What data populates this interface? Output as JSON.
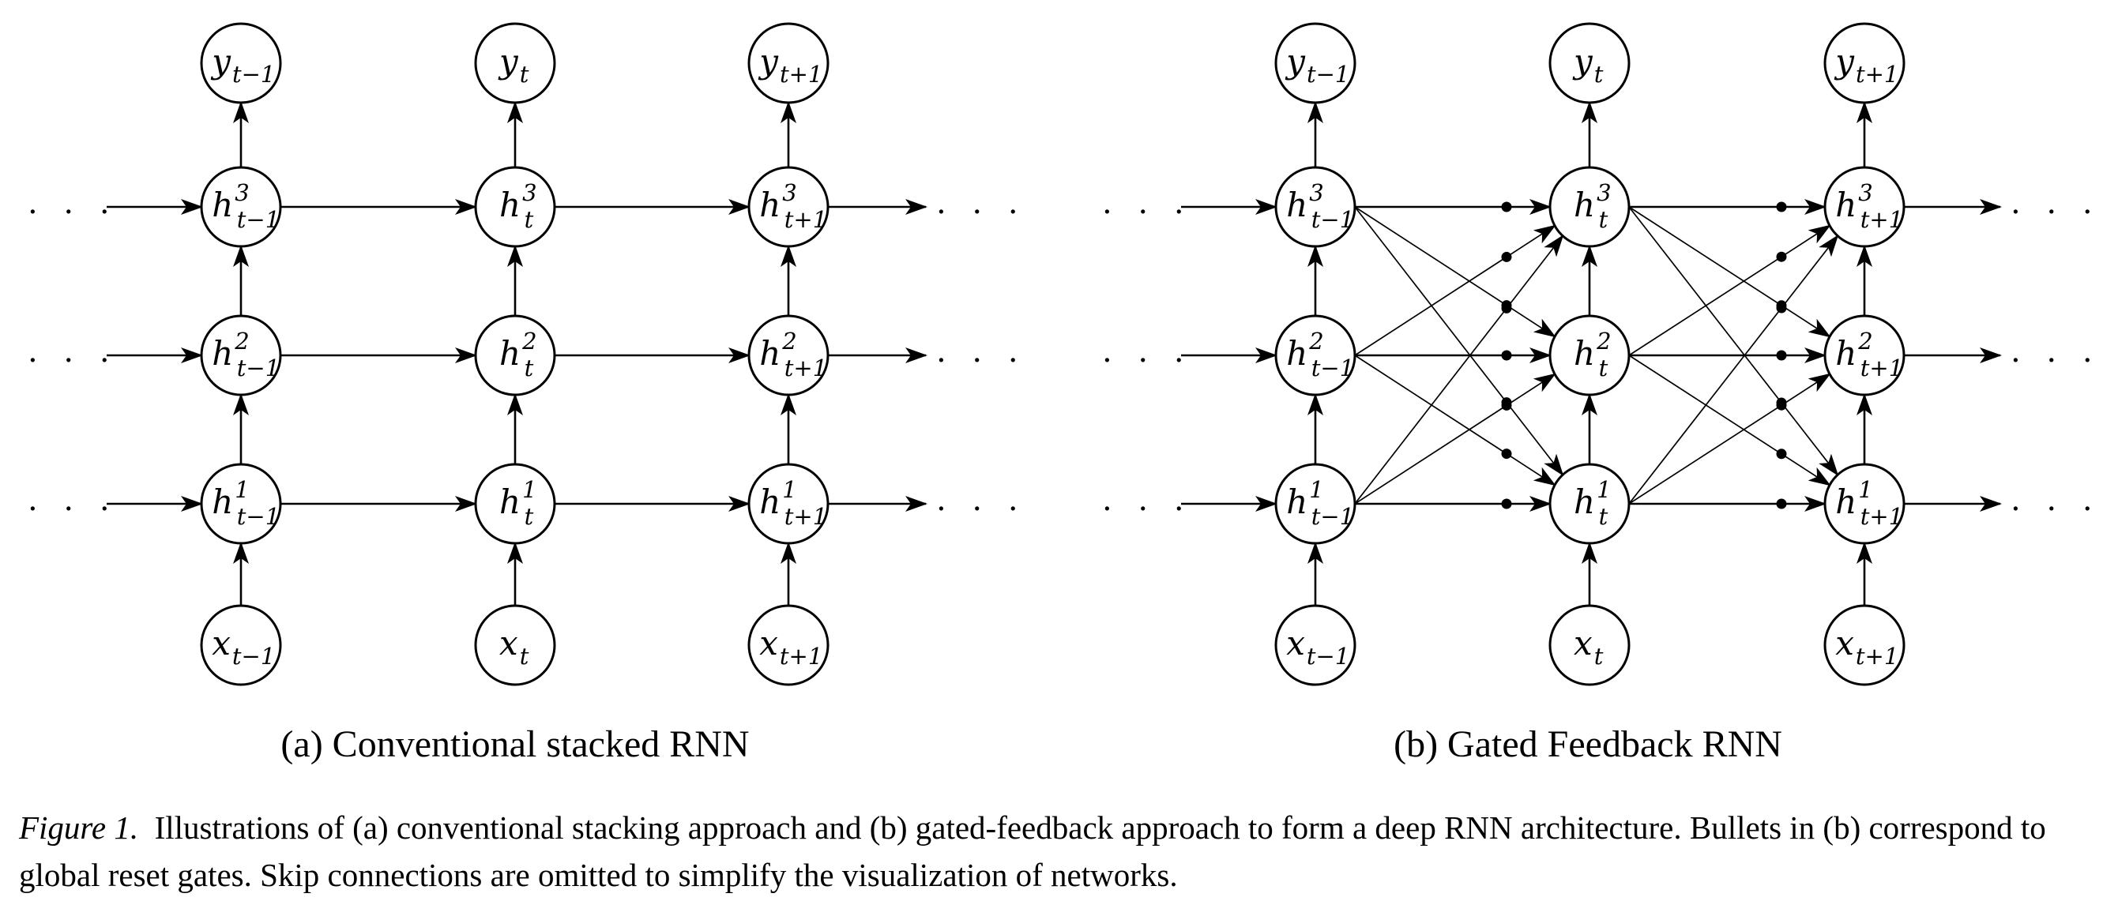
{
  "panels": [
    {
      "id": "a",
      "caption": "(a) Conventional stacked RNN",
      "ellipsis": ". . .",
      "columns": [
        {
          "y": {
            "base": "y",
            "sub": "t−1"
          },
          "h3": {
            "base": "h",
            "sup": "3",
            "sub": "t−1"
          },
          "h2": {
            "base": "h",
            "sup": "2",
            "sub": "t−1"
          },
          "h1": {
            "base": "h",
            "sup": "1",
            "sub": "t−1"
          },
          "x": {
            "base": "x",
            "sub": "t−1"
          }
        },
        {
          "y": {
            "base": "y",
            "sub": "t"
          },
          "h3": {
            "base": "h",
            "sup": "3",
            "sub": "t"
          },
          "h2": {
            "base": "h",
            "sup": "2",
            "sub": "t"
          },
          "h1": {
            "base": "h",
            "sup": "1",
            "sub": "t"
          },
          "x": {
            "base": "x",
            "sub": "t"
          }
        },
        {
          "y": {
            "base": "y",
            "sub": "t+1"
          },
          "h3": {
            "base": "h",
            "sup": "3",
            "sub": "t+1"
          },
          "h2": {
            "base": "h",
            "sup": "2",
            "sub": "t+1"
          },
          "h1": {
            "base": "h",
            "sup": "1",
            "sub": "t+1"
          },
          "x": {
            "base": "x",
            "sub": "t+1"
          }
        }
      ]
    },
    {
      "id": "b",
      "caption": "(b) Gated Feedback RNN",
      "ellipsis": ". . .",
      "gate_marker": "bullet",
      "columns": [
        {
          "y": {
            "base": "y",
            "sub": "t−1"
          },
          "h3": {
            "base": "h",
            "sup": "3",
            "sub": "t−1"
          },
          "h2": {
            "base": "h",
            "sup": "2",
            "sub": "t−1"
          },
          "h1": {
            "base": "h",
            "sup": "1",
            "sub": "t−1"
          },
          "x": {
            "base": "x",
            "sub": "t−1"
          }
        },
        {
          "y": {
            "base": "y",
            "sub": "t"
          },
          "h3": {
            "base": "h",
            "sup": "3",
            "sub": "t"
          },
          "h2": {
            "base": "h",
            "sup": "2",
            "sub": "t"
          },
          "h1": {
            "base": "h",
            "sup": "1",
            "sub": "t"
          },
          "x": {
            "base": "x",
            "sub": "t"
          }
        },
        {
          "y": {
            "base": "y",
            "sub": "t+1"
          },
          "h3": {
            "base": "h",
            "sup": "3",
            "sub": "t+1"
          },
          "h2": {
            "base": "h",
            "sup": "2",
            "sub": "t+1"
          },
          "h1": {
            "base": "h",
            "sup": "1",
            "sub": "t+1"
          },
          "x": {
            "base": "x",
            "sub": "t+1"
          }
        }
      ]
    }
  ],
  "figure_caption": {
    "label": "Figure 1.",
    "text": "Illustrations of (a) conventional stacking approach and (b) gated-feedback approach to form a deep RNN architecture. Bullets in (b) correspond to global reset gates. Skip connections are omitted to simplify the visualization of networks."
  }
}
